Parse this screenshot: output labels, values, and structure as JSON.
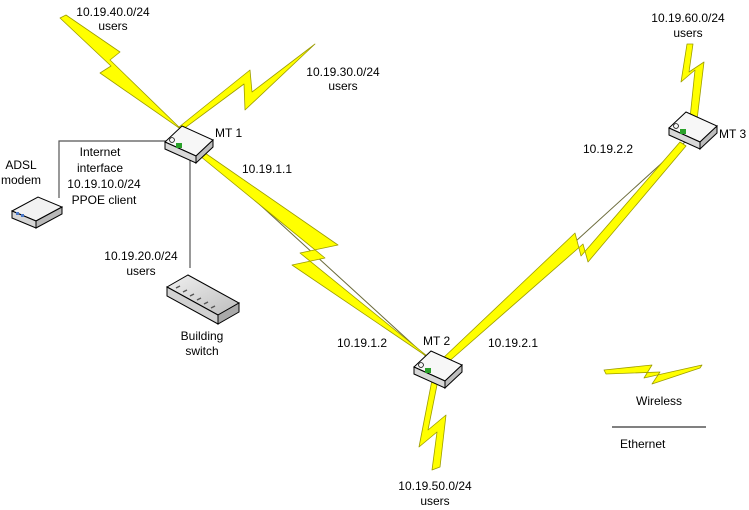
{
  "routers": {
    "mt1": {
      "name": "MT 1",
      "ip": "10.19.1.1"
    },
    "mt2": {
      "name": "MT 2",
      "ip_left": "10.19.1.2",
      "ip_right": "10.19.2.1"
    },
    "mt3": {
      "name": "MT 3",
      "ip": "10.19.2.2"
    }
  },
  "subnets": {
    "s40": {
      "net": "10.19.40.0/24",
      "users": "users"
    },
    "s30": {
      "net": "10.19.30.0/24",
      "users": "users"
    },
    "s20": {
      "net": "10.19.20.0/24",
      "users": "users"
    },
    "s50": {
      "net": "10.19.50.0/24",
      "users": "users"
    },
    "s60": {
      "net": "10.19.60.0/24",
      "users": "users"
    }
  },
  "modem": {
    "line1": "ADSL",
    "line2": "modem"
  },
  "internet_interface": {
    "line1": "Internet",
    "line2": "interface",
    "line3": "10.19.10.0/24",
    "line4": "PPOE client"
  },
  "switch": {
    "line1": "Building",
    "line2": "switch"
  },
  "legend": {
    "wireless": "Wireless",
    "ethernet": "Ethernet"
  },
  "colors": {
    "wireless": "#ffff00",
    "device": "#e6e6e6"
  },
  "icons": {
    "router": "router-icon",
    "modem": "modem-icon",
    "switch": "switch-icon",
    "wireless": "lightning-bolt-icon"
  }
}
